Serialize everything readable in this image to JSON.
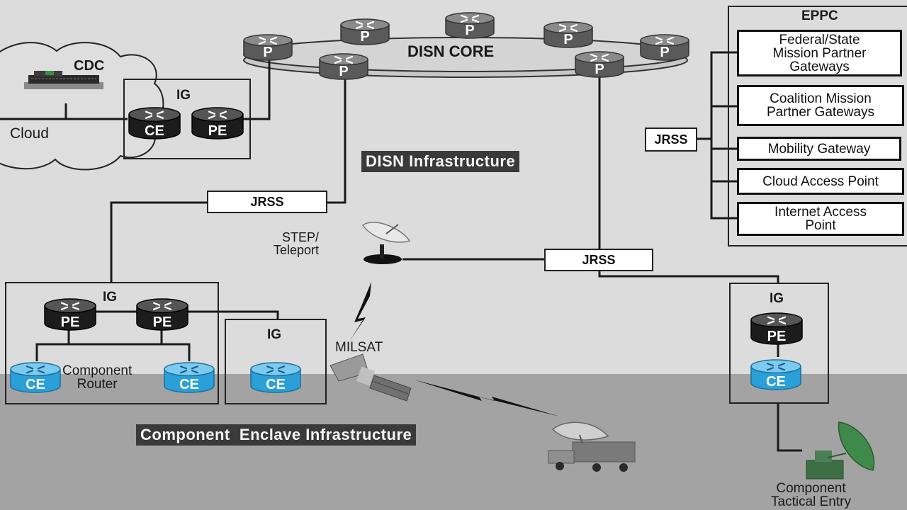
{
  "diagram": {
    "core_label": "DISN CORE",
    "core_router_label": "P",
    "dark_router_labels": {
      "ce": "CE",
      "pe": "PE"
    },
    "cdc": {
      "title": "CDC",
      "cloud_label": "Cloud"
    },
    "ig_label": "IG",
    "jrss_label": "JRSS",
    "disn_infrastructure_label": "DISN Infrastructure",
    "step_teleport_label": "STEP/\nTeleport",
    "milsat_label": "MILSAT",
    "component_router_label": "Component\nRouter",
    "component_enclave_label": "Component  Enclave Infrastructure",
    "component_tactical_entry_label": "Component\nTactical Entry",
    "eppc": {
      "title": "EPPC",
      "items": [
        "Federal/State\nMission Partner\nGateways",
        "Coalition Mission\nPartner Gateways",
        "Mobility Gateway",
        "Cloud Access Point",
        "Internet Access\nPoint"
      ]
    },
    "colors": {
      "background": "#dcdcdc",
      "enclave_band": "#a3a3a3",
      "dark_router": "#1c1c1c",
      "blue_router": "#2a9fd8",
      "core_ring": "#c8c8c8",
      "satellite_dish": "#3f8a4a"
    }
  }
}
